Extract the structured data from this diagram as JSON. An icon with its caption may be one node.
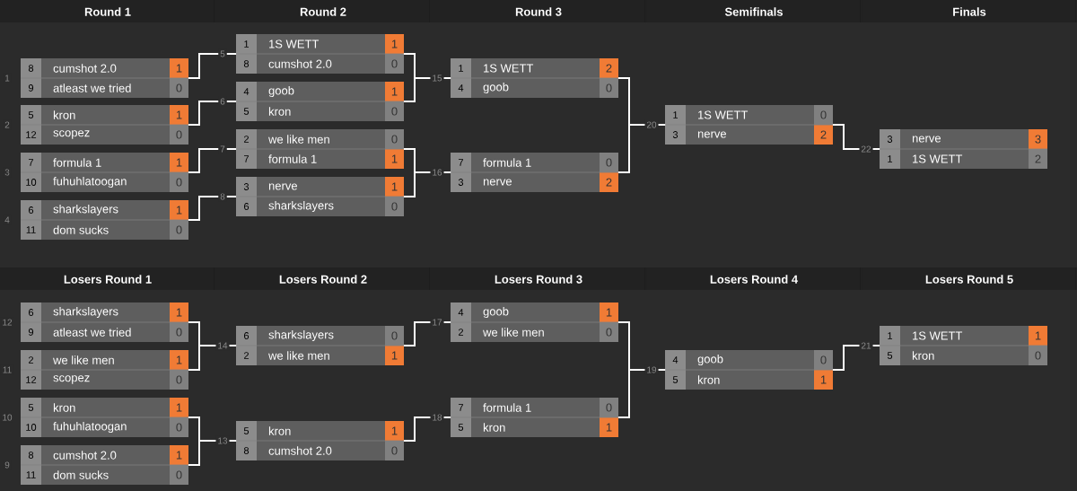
{
  "diagram": {
    "nodes": [
      {
        "text": [
          "8",
          "cumshot 2.0",
          "1",
          "9",
          "atleast we tried",
          "0"
        ],
        "beside": [
          "1"
        ]
      },
      {
        "text": [
          "5",
          "kron",
          "1",
          "12",
          "scopez",
          "0"
        ],
        "beside": [
          "2"
        ]
      },
      {
        "text": [
          "7",
          "formula 1",
          "1",
          "10",
          "fuhuhlatoogan",
          "0"
        ],
        "beside": [
          "3"
        ]
      },
      {
        "text": [
          "6",
          "sharkslayers",
          "1",
          "11",
          "dom sucks",
          "0"
        ],
        "beside": [
          "4"
        ]
      },
      {
        "text": [
          "1",
          "1S WETT",
          "1",
          "8",
          "cumshot 2.0",
          "0"
        ],
        "beside": [
          "5"
        ]
      },
      {
        "text": [
          "4",
          "goob",
          "1",
          "5",
          "kron",
          "0"
        ],
        "beside": [
          "6"
        ]
      },
      {
        "text": [
          "2",
          "we like men",
          "0",
          "7",
          "formula 1",
          "1"
        ],
        "beside": [
          "7"
        ]
      },
      {
        "text": [
          "3",
          "nerve",
          "1",
          "6",
          "sharkslayers",
          "0"
        ],
        "beside": [
          "8"
        ]
      },
      {
        "text": [
          "1",
          "1S WETT",
          "2",
          "4",
          "goob",
          "0"
        ],
        "beside": [
          "15"
        ]
      },
      {
        "text": [
          "7",
          "formula 1",
          "0",
          "3",
          "nerve",
          "2"
        ],
        "beside": [
          "16"
        ]
      },
      {
        "text": [
          "1",
          "1S WETT",
          "0",
          "3",
          "nerve",
          "2"
        ],
        "beside": [
          "20"
        ]
      },
      {
        "text": [
          "3",
          "nerve",
          "3",
          "1",
          "1S WETT",
          "2"
        ],
        "beside": [
          "22"
        ]
      },
      {
        "text": [
          "6",
          "sharkslayers",
          "1",
          "9",
          "atleast we tried",
          "0"
        ],
        "beside": [
          "12"
        ]
      },
      {
        "text": [
          "2",
          "we like men",
          "1",
          "12",
          "scopez",
          "0"
        ],
        "beside": [
          "11"
        ]
      },
      {
        "text": [
          "5",
          "kron",
          "1",
          "10",
          "fuhuhlatoogan",
          "0"
        ],
        "beside": [
          "10"
        ]
      },
      {
        "text": [
          "8",
          "cumshot 2.0",
          "1",
          "11",
          "dom sucks",
          "0"
        ],
        "beside": [
          "9"
        ]
      },
      {
        "text": [
          "6",
          "sharkslayers",
          "0",
          "2",
          "we like men",
          "1"
        ],
        "beside": [
          "14"
        ]
      },
      {
        "text": [
          "5",
          "kron",
          "1",
          "8",
          "cumshot 2.0",
          "0"
        ],
        "beside": [
          "13"
        ]
      },
      {
        "text": [
          "4",
          "goob",
          "1",
          "2",
          "we like men",
          "0"
        ],
        "beside": [
          "17"
        ]
      },
      {
        "text": [
          "7",
          "formula 1",
          "0",
          "5",
          "kron",
          "1"
        ],
        "beside": [
          "18"
        ]
      },
      {
        "text": [
          "4",
          "goob",
          "0",
          "5",
          "kron",
          "1"
        ],
        "beside": [
          "19"
        ]
      },
      {
        "text": [
          "1",
          "1S WETT",
          "1",
          "5",
          "kron",
          "0"
        ],
        "beside": [
          "21"
        ]
      }
    ],
    "edges": [
      {
        "from": 0,
        "to": 4,
        "arrow": "none"
      },
      {
        "from": 1,
        "to": 5,
        "arrow": "none"
      },
      {
        "from": 2,
        "to": 6,
        "arrow": "none"
      },
      {
        "from": 3,
        "to": 7,
        "arrow": "none"
      },
      {
        "from": 4,
        "to": 8,
        "arrow": "none"
      },
      {
        "from": 5,
        "to": 8,
        "arrow": "none"
      },
      {
        "from": 6,
        "to": 9,
        "arrow": "none"
      },
      {
        "from": 7,
        "to": 9,
        "arrow": "none"
      },
      {
        "from": 8,
        "to": 10,
        "arrow": "none"
      },
      {
        "from": 9,
        "to": 10,
        "arrow": "none"
      },
      {
        "from": 10,
        "to": 11,
        "arrow": "none"
      },
      {
        "from": 12,
        "to": 16,
        "arrow": "none"
      },
      {
        "from": 13,
        "to": 16,
        "arrow": "none"
      },
      {
        "from": 14,
        "to": 17,
        "arrow": "none"
      },
      {
        "from": 15,
        "to": 17,
        "arrow": "none"
      },
      {
        "from": 16,
        "to": 18,
        "arrow": "none"
      },
      {
        "from": 17,
        "to": 19,
        "arrow": "none"
      },
      {
        "from": 18,
        "to": 20,
        "arrow": "none"
      },
      {
        "from": 19,
        "to": 20,
        "arrow": "none"
      },
      {
        "from": 20,
        "to": 21,
        "arrow": "none"
      }
    ],
    "labels": [
      "Round 1",
      "Round 2",
      "Round 3",
      "Semifinals",
      "Finals",
      "Losers Round 1",
      "Losers Round 2",
      "Losers Round 3",
      "Losers Round 4",
      "Losers Round 5"
    ]
  }
}
